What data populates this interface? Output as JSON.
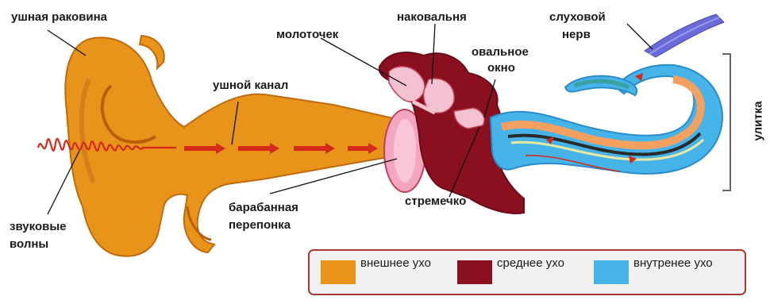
{
  "labels": {
    "auricle": "ушная раковина",
    "ear_canal": "ушной канал",
    "sound_waves_1": "звуковые",
    "sound_waves_2": "волны",
    "eardrum_1": "барабанная",
    "eardrum_2": "перепонка",
    "hammer": "молоточек",
    "anvil": "наковальня",
    "oval_window_1": "овальное",
    "oval_window_2": "окно",
    "stirrup": "стремечко",
    "nerve_1": "слуховой",
    "nerve_2": "нерв",
    "cochlea": "улитка"
  },
  "legend": [
    {
      "color": "#e8941a",
      "text": "внешнее ухо"
    },
    {
      "color": "#8a1020",
      "text": "среднее ухо"
    },
    {
      "color": "#46b4e8",
      "text": "внутренее ухо"
    }
  ]
}
